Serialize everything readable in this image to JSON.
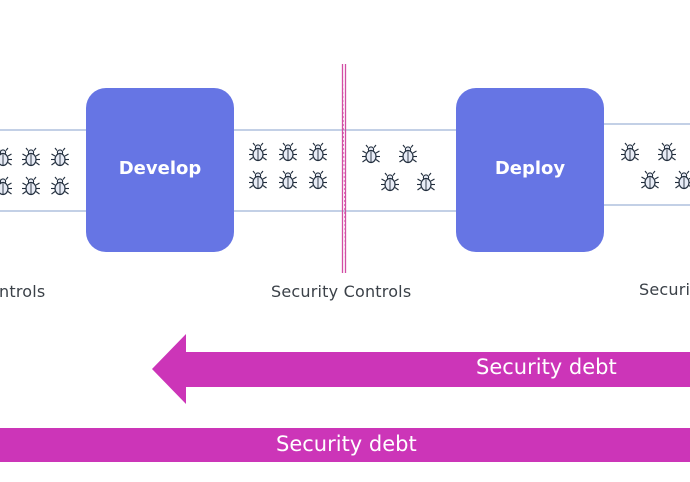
{
  "stages": [
    {
      "title": "Develop"
    },
    {
      "title": "Deploy"
    }
  ],
  "controls": [
    {
      "label": "ntrols"
    },
    {
      "label": "Security Controls"
    },
    {
      "label": "Securi"
    }
  ],
  "arrows": {
    "upper": {
      "label": "Security debt"
    },
    "lower": {
      "label": "Security debt"
    }
  },
  "colors": {
    "stage": "#6675e4",
    "debt": "#cc35b8",
    "pipe": "#9fb5d6",
    "divider": "#d24ea4",
    "bug": "#232f3e",
    "bug_fill": "#e8ecf6"
  },
  "bug_icon": "bug-icon"
}
